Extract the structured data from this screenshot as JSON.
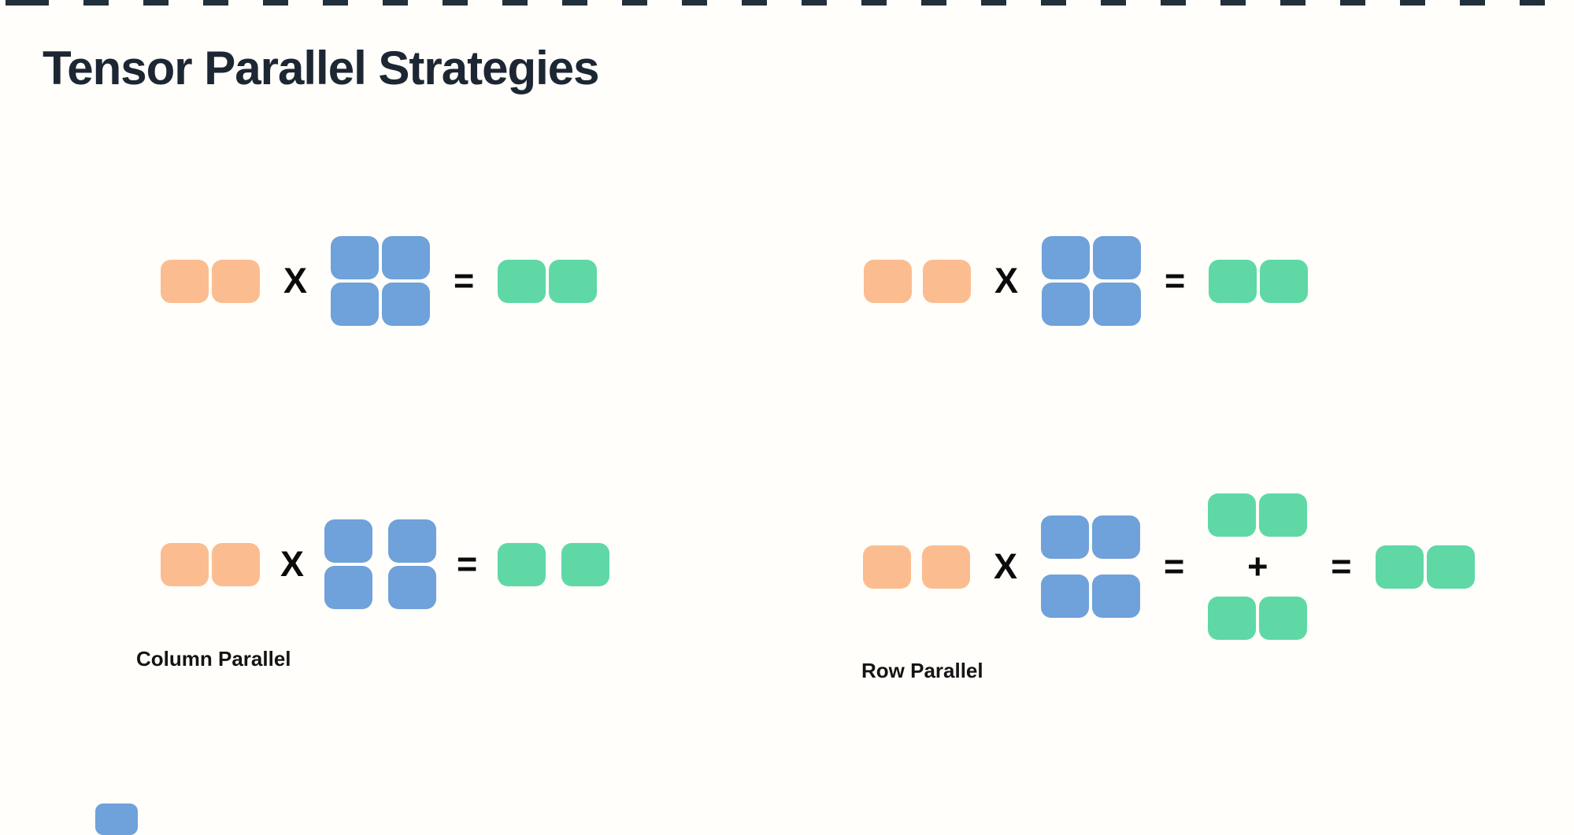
{
  "page": {
    "title": "Tensor Parallel Strategies",
    "background_color": "#FFFEFA",
    "title_color": "#1D2633",
    "top_border_dash_color": "#22303C",
    "label_color": "#141414",
    "operator_color": "#0B0B0B"
  },
  "colors": {
    "input_matrix": "#FBBD90",
    "weight_matrix": "#6FA1DA",
    "output_matrix": "#5FD8A5"
  },
  "operators": {
    "multiply": "X",
    "equals": "=",
    "plus": "+"
  },
  "diagrams": {
    "top_left": {
      "label": "",
      "description": "1x2 input matrix X 2x2 weight matrix = 1x2 output matrix"
    },
    "top_right": {
      "label": "",
      "description": "1x2 input matrix X 2x2 weight matrix = 1x2 output matrix"
    },
    "bottom_left": {
      "label": "Column Parallel",
      "description": "1x2 input matrix X 2x2 weight matrix split by columns = two 1x1 partial outputs"
    },
    "bottom_right": {
      "label": "Row Parallel",
      "description": "1x2 input matrix X 2x2 weight matrix split by rows = 1x2 partial + 1x2 partial = 1x2 output matrix"
    }
  }
}
